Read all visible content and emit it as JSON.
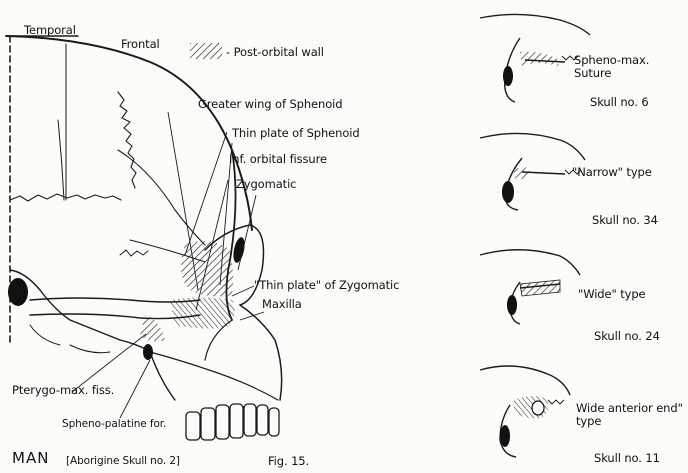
{
  "skull_labels": {
    "temporal": "Temporal",
    "frontal": "Frontal",
    "legend": "- Post-orbital wall",
    "greater_wing": "Greater wing of Sphenoid",
    "thin_plate_sphenoid": "Thin plate of Sphenoid",
    "inf_orbital": "Inf. orbital fissure",
    "zygomatic": "Zygomatic",
    "thin_plate_zygomatic": "\"Thin plate\" of Zygomatic",
    "maxilla": "Maxilla",
    "pterygo": "Pterygo-max. fiss.",
    "spheno_palatine": "Spheno-palatine for."
  },
  "footer": {
    "man": "MAN",
    "aborigine": "[Aborigine Skull no. 2]",
    "fig": "Fig. 15."
  },
  "variants": [
    {
      "label": "Spheno-max. Suture",
      "skull": "Skull no. 6"
    },
    {
      "label": "\"Narrow\" type",
      "skull": "Skull no. 34"
    },
    {
      "label": "\"Wide\" type",
      "skull": "Skull no. 24"
    },
    {
      "label": "Wide anterior end\" type",
      "skull": "Skull no. 11"
    }
  ]
}
